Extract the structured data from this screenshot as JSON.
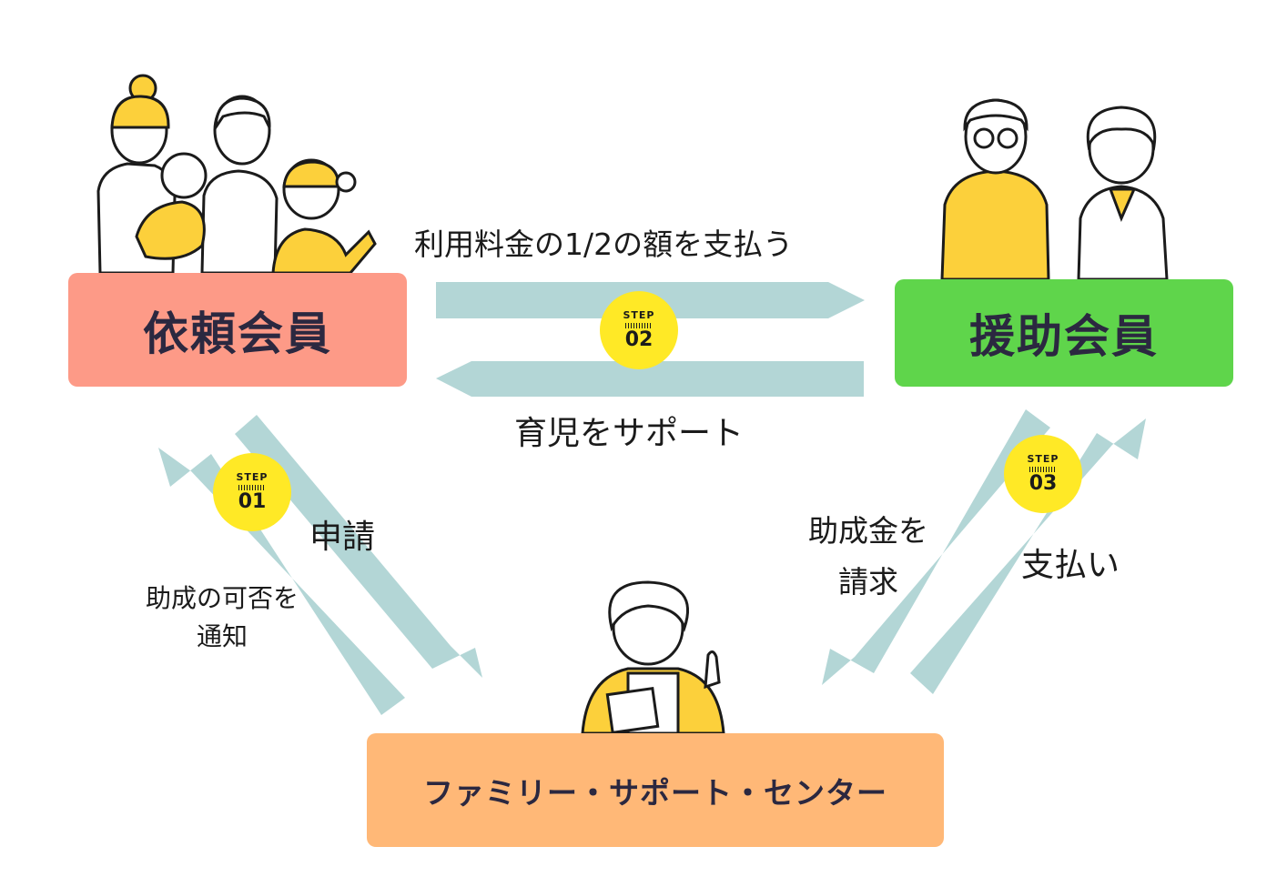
{
  "members": {
    "client": "依頼会員",
    "helper": "援助会員",
    "center": "ファミリー・サポート・センター"
  },
  "flows": {
    "payment": "利用料金の1/2の額を支払う",
    "childcare_support": "育児をサポート",
    "application": "申請",
    "subsidy_notice_line1": "助成の可否を",
    "subsidy_notice_line2": "通知",
    "subsidy_claim_line1": "助成金を",
    "subsidy_claim_line2": "請求",
    "payout": "支払い"
  },
  "steps": [
    {
      "label": "STEP",
      "number": "01"
    },
    {
      "label": "STEP",
      "number": "02"
    },
    {
      "label": "STEP",
      "number": "03"
    }
  ],
  "colors": {
    "client_box": "#fd9a87",
    "helper_box": "#5fd54b",
    "center_box": "#ffb877",
    "arrow": "#b3d6d6",
    "step_badge": "#ffe926",
    "illustration_yellow": "#fcd03b"
  },
  "icons": [
    "family-illustration",
    "elderly-couple-illustration",
    "staff-illustration"
  ]
}
